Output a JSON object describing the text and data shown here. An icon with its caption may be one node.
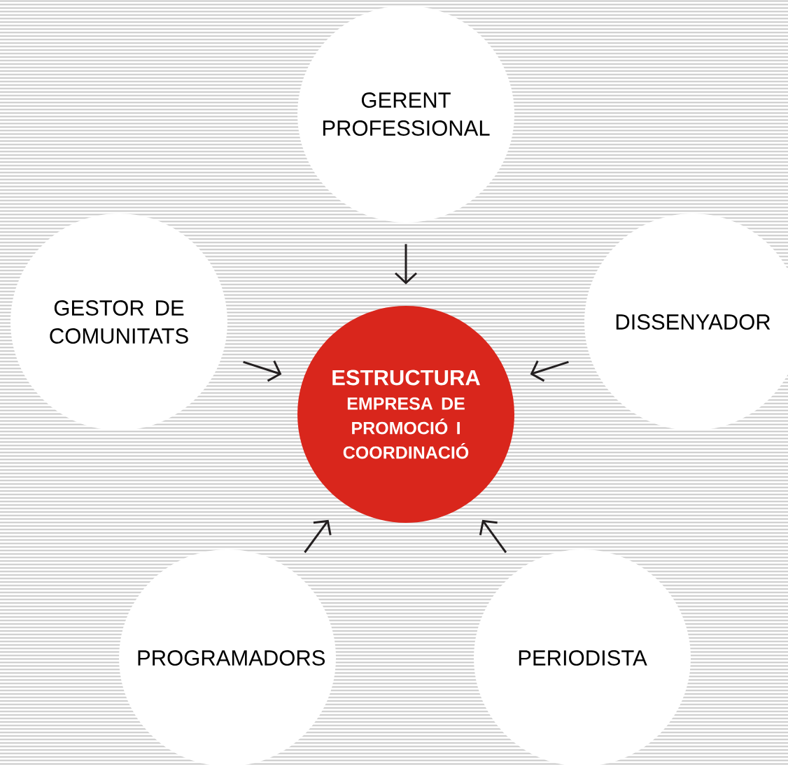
{
  "diagram": {
    "nodes": [
      {
        "text": [
          "GERENT PROFESSIONAL"
        ]
      },
      {
        "text": [
          "GESTOR DE COMUNITATS"
        ]
      },
      {
        "text": [
          "ESTRUCTURA",
          "EMPRESA DE PROMOCIÓ I COORDINACIÓ"
        ]
      },
      {
        "text": [
          "DISSENYADOR"
        ]
      },
      {
        "text": [
          "PROGRAMADORS"
        ]
      },
      {
        "text": [
          "PERIODISTA"
        ]
      }
    ],
    "edges": [
      {
        "from": 0,
        "to": 2,
        "arrow": "to"
      },
      {
        "from": 1,
        "to": 2,
        "arrow": "to"
      },
      {
        "from": 3,
        "to": 2,
        "arrow": "to"
      },
      {
        "from": 4,
        "to": 2,
        "arrow": "to"
      },
      {
        "from": 5,
        "to": 2,
        "arrow": "to"
      }
    ]
  }
}
